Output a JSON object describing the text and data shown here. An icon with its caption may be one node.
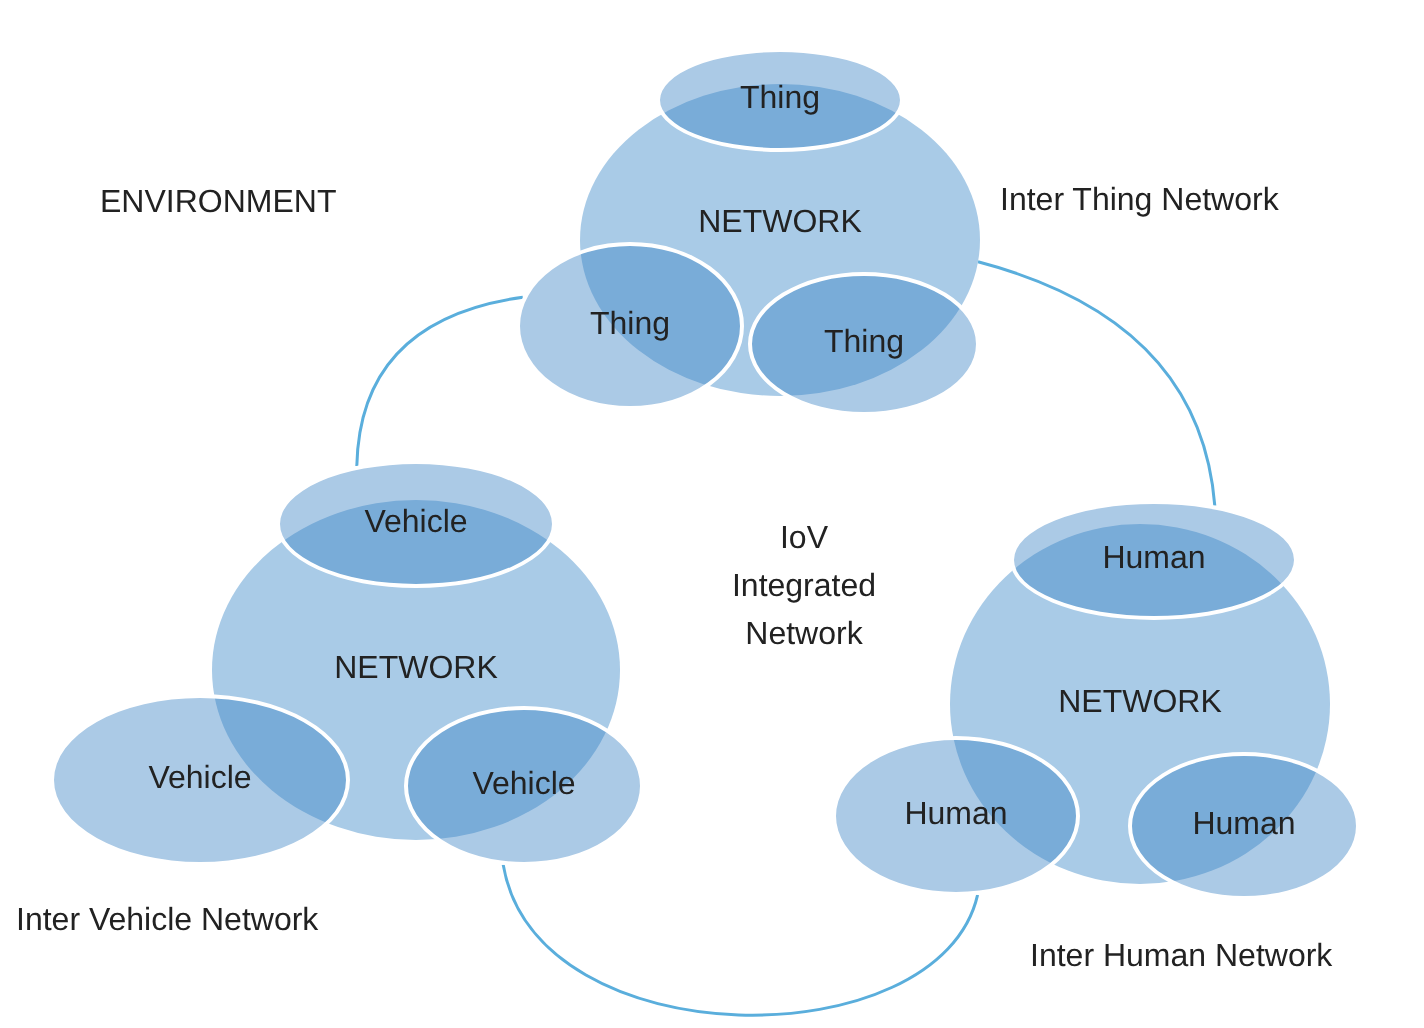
{
  "diagram": {
    "nodes": [
      {
        "text": [
          "NETWORK"
        ]
      },
      {
        "text": [
          "Thing"
        ]
      },
      {
        "text": [
          "Thing"
        ]
      },
      {
        "text": [
          "Thing"
        ]
      },
      {
        "text": [
          "NETWORK"
        ]
      },
      {
        "text": [
          "Vehicle"
        ]
      },
      {
        "text": [
          "Vehicle"
        ]
      },
      {
        "text": [
          "Vehicle"
        ]
      },
      {
        "text": [
          "NETWORK"
        ]
      },
      {
        "text": [
          "Human"
        ]
      },
      {
        "text": [
          "Human"
        ]
      },
      {
        "text": [
          "Human"
        ]
      }
    ],
    "edges": [
      {
        "from": 2,
        "to": 5,
        "arrow": "none"
      },
      {
        "from": 0,
        "to": 9,
        "arrow": "none"
      },
      {
        "from": 7,
        "to": 10,
        "arrow": "none"
      }
    ],
    "labels": [
      "ENVIRONMENT",
      "Inter Thing Network",
      "IoV Integrated Network",
      "Inter Vehicle Network",
      "Inter Human Network"
    ]
  }
}
